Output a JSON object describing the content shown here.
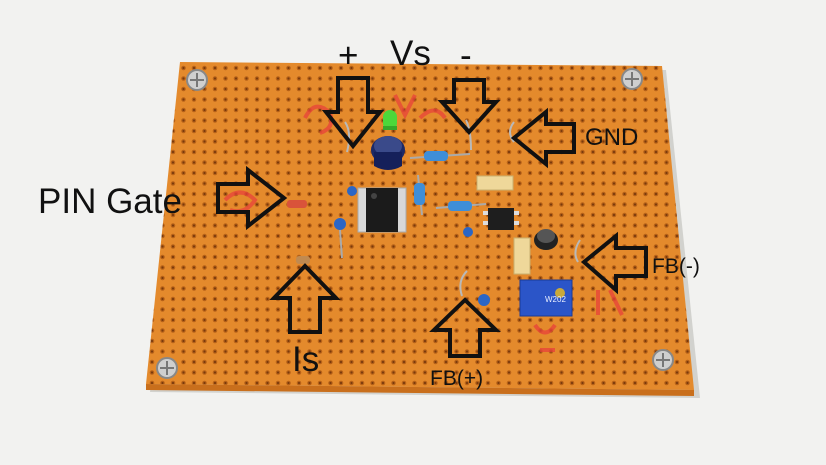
{
  "labels": {
    "vs": "Vs",
    "plus": "+",
    "minus": "-",
    "gnd": "GND",
    "pin_gate": "PIN Gate",
    "is": "Is",
    "fb_plus": "FB(+)",
    "fb_minus": "FB(-)"
  },
  "trimmer_marking": "W202",
  "colors": {
    "board": "#e48a2c",
    "board_edge": "#c96f1c",
    "ic": "#1b1b1b",
    "trimmer": "#2b55c8",
    "led": "#4bd83a",
    "ink": "#e8413a",
    "arrow_outline": "#111111"
  }
}
